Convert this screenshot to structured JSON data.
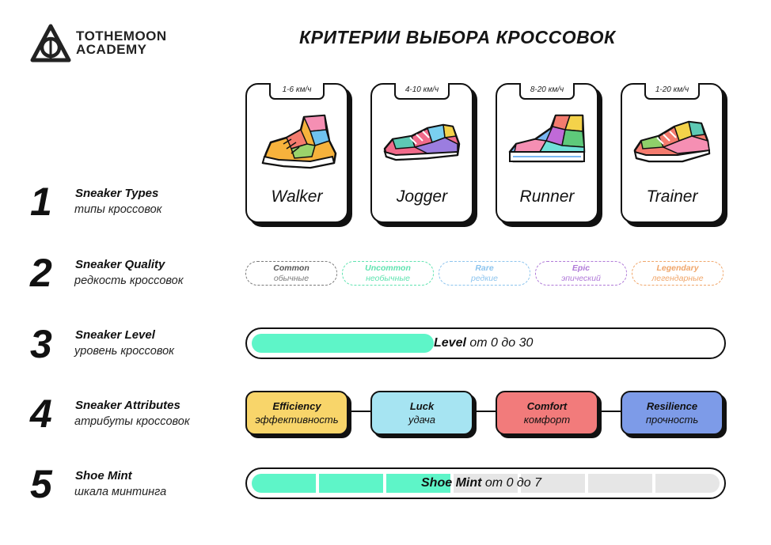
{
  "logo": {
    "line1": "TOTHEMOON",
    "line2": "ACADEMY"
  },
  "title": "КРИТЕРИИ ВЫБОРА КРОССОВОК",
  "rows": [
    {
      "num": "1",
      "title": "Sneaker Types",
      "subtitle": "типы кроссовок"
    },
    {
      "num": "2",
      "title": "Sneaker Quality",
      "subtitle": "редкость кроссовок"
    },
    {
      "num": "3",
      "title": "Sneaker Level",
      "subtitle": "уровень кроссовок"
    },
    {
      "num": "4",
      "title": "Sneaker Attributes",
      "subtitle": "атрибуты кроссовок"
    },
    {
      "num": "5",
      "title": "Shoe Mint",
      "subtitle": "шкала минтинга"
    }
  ],
  "types": [
    {
      "name": "Walker",
      "speed": "1-6 км/ч"
    },
    {
      "name": "Jogger",
      "speed": "4-10 км/ч"
    },
    {
      "name": "Runner",
      "speed": "8-20 км/ч"
    },
    {
      "name": "Trainer",
      "speed": "1-20 км/ч"
    }
  ],
  "qualities": [
    {
      "en": "Common",
      "ru": "обычные",
      "color": "#7a7a7a"
    },
    {
      "en": "Uncommon",
      "ru": "необычные",
      "color": "#5fe3b0"
    },
    {
      "en": "Rare",
      "ru": "редкие",
      "color": "#8cc4ee"
    },
    {
      "en": "Epic",
      "ru": "эпический",
      "color": "#b07ad8"
    },
    {
      "en": "Legendary",
      "ru": "легендарные",
      "color": "#f0a66a"
    }
  ],
  "level": {
    "label": "Level",
    "range": "от 0 до 30",
    "fill_fraction": 0.39,
    "fill_color": "#5ef5c8"
  },
  "attributes": [
    {
      "en": "Efficiency",
      "ru": "эффективность",
      "color": "#f8d56a"
    },
    {
      "en": "Luck",
      "ru": "удача",
      "color": "#a6e4f2"
    },
    {
      "en": "Comfort",
      "ru": "комфорт",
      "color": "#f27b7b"
    },
    {
      "en": "Resilience",
      "ru": "прочность",
      "color": "#7d9be8"
    }
  ],
  "mint": {
    "label": "Shoe Mint",
    "range": "от 0 до 7",
    "filled": 3,
    "total": 7,
    "fill_color": "#5ef5c8",
    "empty_color": "#e6e6e6"
  }
}
